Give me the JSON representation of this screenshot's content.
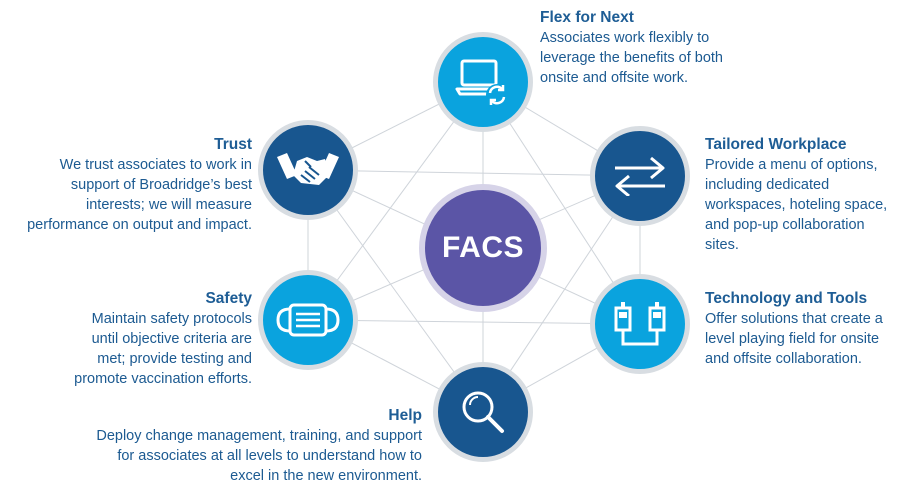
{
  "center": {
    "label": "FACS"
  },
  "colors": {
    "dark": "#18568f",
    "light": "#0aa3de",
    "center": "#5b55a6",
    "ring": "#d8dde2",
    "text": "#1c5a91"
  },
  "items": [
    {
      "id": "flex",
      "icon": "laptop-sync-icon",
      "title": "Flex for Next",
      "body": [
        "Associates work flexibly to",
        "leverage the benefits of both",
        "onsite and offsite work."
      ]
    },
    {
      "id": "tailored",
      "icon": "two-way-arrows-icon",
      "title": "Tailored Workplace",
      "body": [
        "Provide a menu of options,",
        "including dedicated",
        "workspaces, hoteling space,",
        "and pop-up collaboration",
        "sites."
      ]
    },
    {
      "id": "tech",
      "icon": "devices-connected-icon",
      "title": "Technology and Tools",
      "body": [
        "Offer solutions that create a",
        "level playing field for onsite",
        "and offsite collaboration."
      ]
    },
    {
      "id": "help",
      "icon": "magnifier-icon",
      "title": "Help",
      "body": [
        "Deploy change management, training, and support",
        "for associates at all levels to understand how to",
        "excel in the new environment."
      ]
    },
    {
      "id": "safety",
      "icon": "face-mask-icon",
      "title": "Safety",
      "body": [
        "Maintain safety protocols",
        "until objective criteria are",
        "met; provide testing and",
        "promote vaccination efforts."
      ]
    },
    {
      "id": "trust",
      "icon": "handshake-icon",
      "title": "Trust",
      "body": [
        "We trust associates to work in",
        "support of Broadridge’s best",
        "interests; we will measure",
        "performance on output and impact."
      ]
    }
  ]
}
